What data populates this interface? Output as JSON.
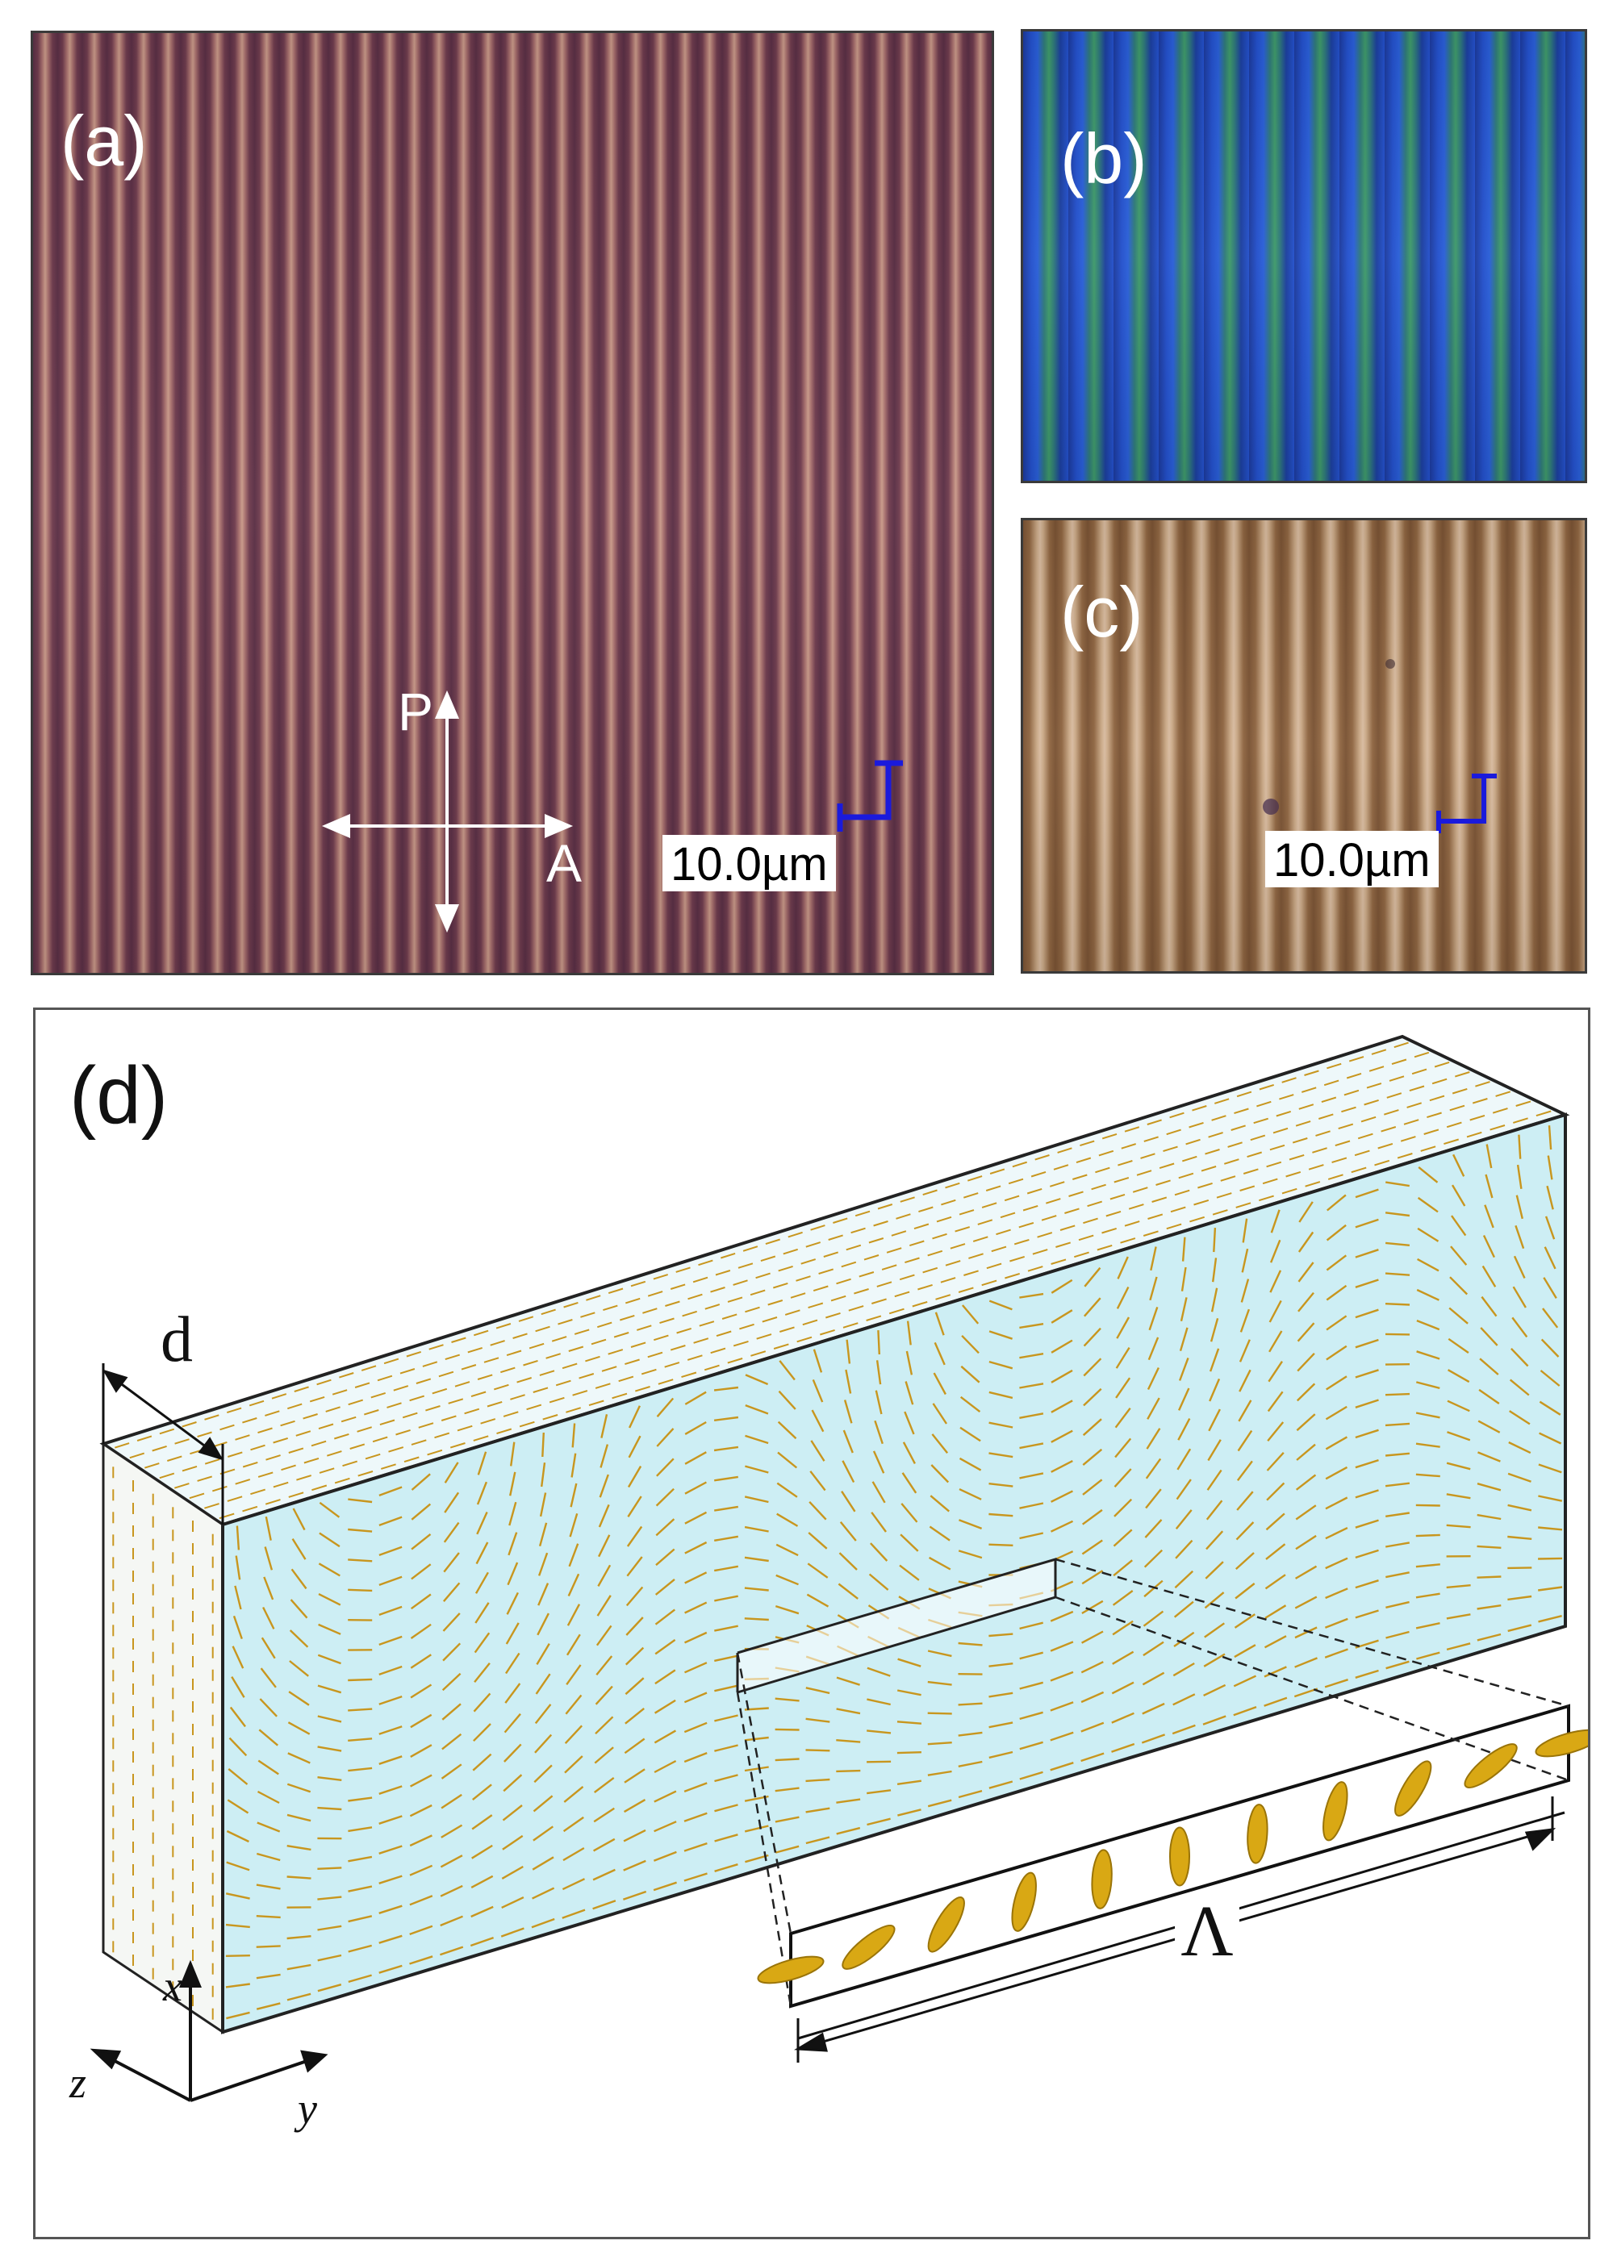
{
  "panels": {
    "a": {
      "label": "(a)",
      "scale_label": "10.0µm",
      "polarizer_label": "P",
      "analyzer_label": "A"
    },
    "b": {
      "label": "(b)"
    },
    "c": {
      "label": "(c)",
      "scale_label": "10.0µm"
    },
    "d": {
      "label": "(d)",
      "thickness_label": "d",
      "period_label": "Λ",
      "axis_x": "x",
      "axis_y": "y",
      "axis_z": "z"
    }
  },
  "colors": {
    "panel_a_stripes": "#a56d6c",
    "panel_b_stripes": "#2451cc",
    "panel_c_stripes": "#c9a886",
    "slab_face": "#cdeef4",
    "director": "#c8961e",
    "molecule": "#d9a814",
    "scale_bar": "#1a1adc"
  }
}
